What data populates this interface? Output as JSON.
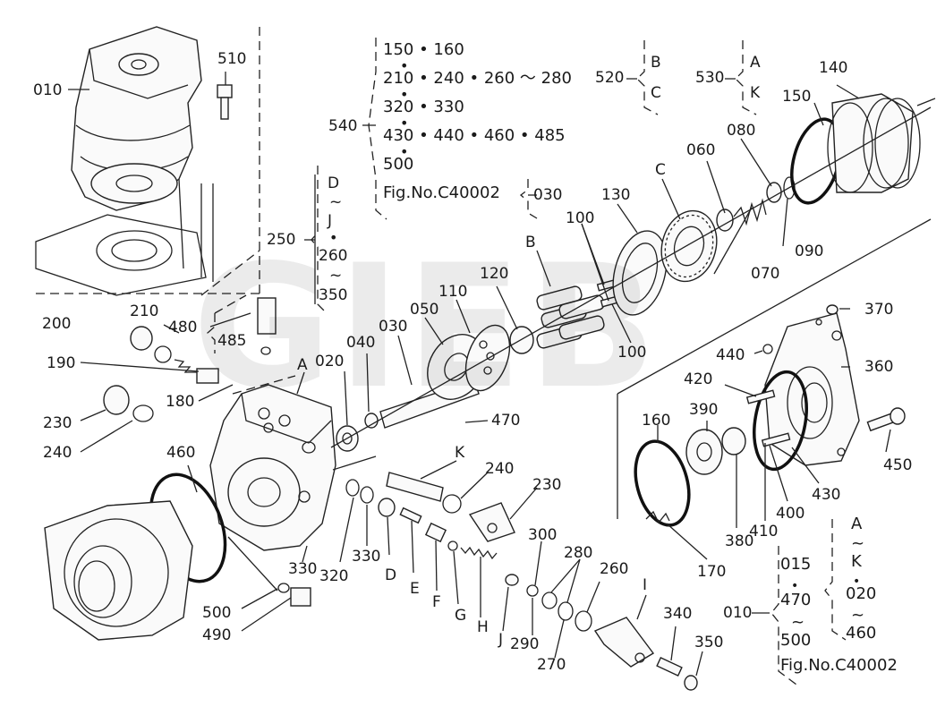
{
  "watermark": "GIEB",
  "labels": {
    "p010_top": "010",
    "p510": "510",
    "p540": "540",
    "p520": "520",
    "p520_b": "B",
    "p520_c": "C",
    "p530": "530",
    "p530_a": "A",
    "p530_k": "K",
    "p140": "140",
    "p150": "150",
    "p060": "060",
    "p080": "080",
    "pC": "C",
    "p130": "130",
    "p100_a": "100",
    "p100_b": "100",
    "pB": "B",
    "p120": "120",
    "p110": "110",
    "p050": "050",
    "p030": "030",
    "p040": "040",
    "p020": "020",
    "pA": "A",
    "p070": "070",
    "p090": "090",
    "p250": "250",
    "r250_d": "D",
    "r250_t1": "~",
    "r250_j": "J",
    "r250_dot": "•",
    "r250_260": "260",
    "r250_t2": "~",
    "r250_350": "350",
    "p480": "480",
    "p485": "485",
    "p200": "200",
    "p210": "210",
    "p190": "190",
    "p180": "180",
    "p230_l": "230",
    "p240_l": "240",
    "p460": "460",
    "p470": "470",
    "pK": "K",
    "p240_r": "240",
    "p230_r": "230",
    "p370": "370",
    "p440": "440",
    "p360": "360",
    "p420": "420",
    "p390": "390",
    "p160": "160",
    "p450": "450",
    "p430": "430",
    "p400": "400",
    "p410": "410",
    "p380": "380",
    "p170": "170",
    "p330_a": "330",
    "p320": "320",
    "p330_b": "330",
    "pD": "D",
    "pE": "E",
    "pF": "F",
    "pG": "G",
    "pH": "H",
    "pJ": "J",
    "p290": "290",
    "p300": "300",
    "p280": "280",
    "p270": "270",
    "p260": "260",
    "pI": "I",
    "p340": "340",
    "p350": "350",
    "p500": "500",
    "p490": "490",
    "p010_br": "010"
  },
  "ref540": [
    "150 • 160",
    "210 • 240 • 260 ～ 280",
    "320 • 330",
    "430 • 440 • 460 • 485",
    "500",
    "Fig.No.C40002"
  ],
  "ref540_dots": [
    "•",
    "•",
    "•",
    "•"
  ],
  "ref540_030": "030",
  "ref010": [
    "015",
    "•",
    "470",
    "~",
    "500",
    "Fig.No.C40002"
  ],
  "ref010_right": [
    "A",
    "~",
    "K",
    "•",
    "020",
    "~",
    "460"
  ]
}
